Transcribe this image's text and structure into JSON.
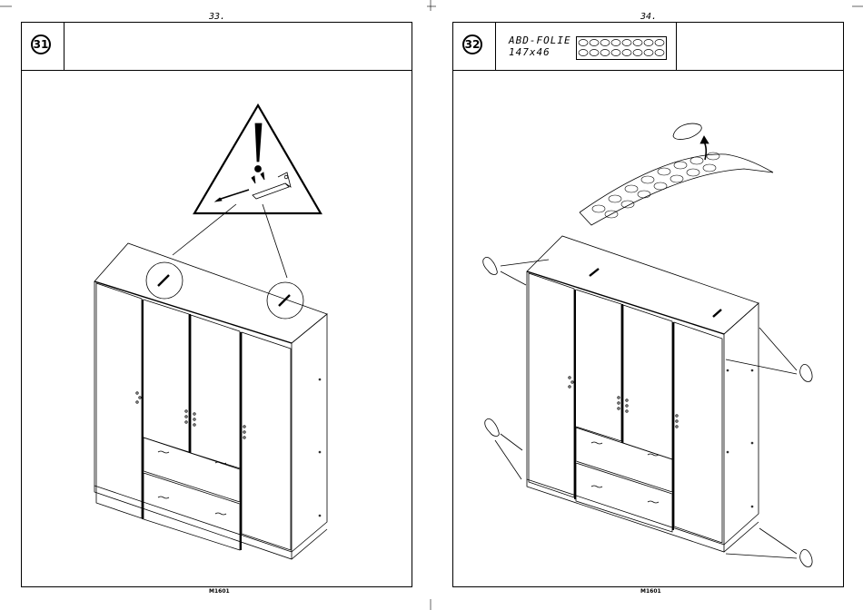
{
  "pages": [
    {
      "page_number": "33.",
      "step": "31",
      "footer": "M1601"
    },
    {
      "page_number": "34.",
      "step": "32",
      "part": {
        "name": "ABD-FOLIE",
        "size": "147x46"
      },
      "footer": "M1601"
    }
  ],
  "icons": [
    "warning-triangle-icon",
    "screw-icon",
    "wall-bracket-icon",
    "felt-pad-icon",
    "arrow-icon"
  ]
}
